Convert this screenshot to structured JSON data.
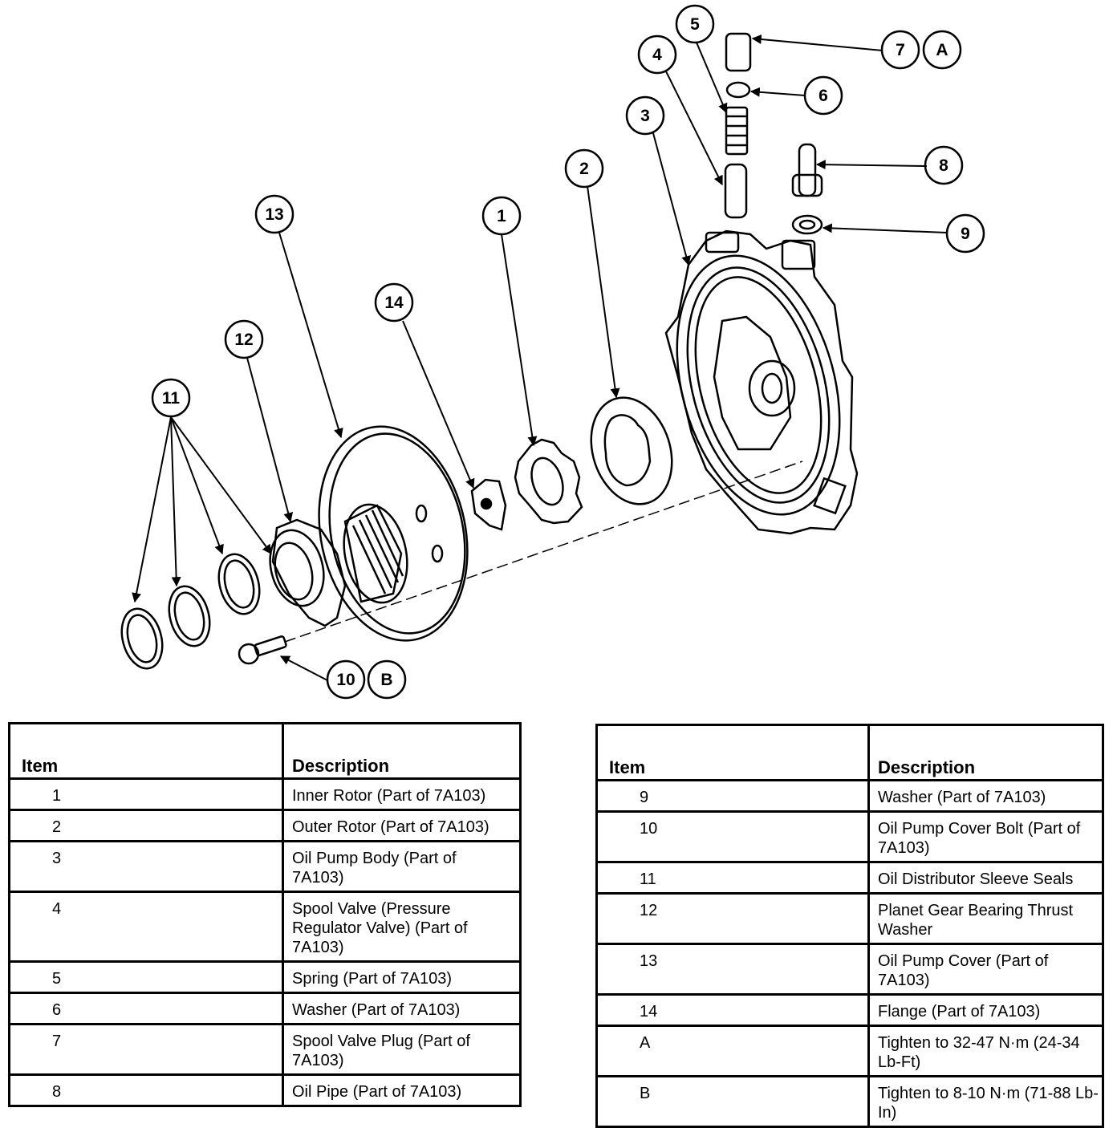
{
  "diagram": {
    "title": "Oil Pump Exploded View",
    "callouts": [
      {
        "label": "1",
        "target": "inner-rotor"
      },
      {
        "label": "2",
        "target": "outer-rotor"
      },
      {
        "label": "3",
        "target": "oil-pump-body"
      },
      {
        "label": "4",
        "target": "spool-valve"
      },
      {
        "label": "5",
        "target": "spring"
      },
      {
        "label": "6",
        "target": "washer"
      },
      {
        "label": "7",
        "target": "spool-valve-plug"
      },
      {
        "label": "A",
        "target": "torque-spec-a"
      },
      {
        "label": "8",
        "target": "oil-pipe"
      },
      {
        "label": "9",
        "target": "washer"
      },
      {
        "label": "10",
        "target": "oil-pump-cover-bolt"
      },
      {
        "label": "B",
        "target": "torque-spec-b"
      },
      {
        "label": "11",
        "target": "oil-distributor-sleeve-seals"
      },
      {
        "label": "12",
        "target": "thrust-washer"
      },
      {
        "label": "13",
        "target": "oil-pump-cover"
      },
      {
        "label": "14",
        "target": "flange"
      }
    ]
  },
  "tables": [
    {
      "headers": {
        "item": "Item",
        "description": "Description"
      },
      "rows": [
        {
          "item": "1",
          "description": "Inner Rotor (Part of 7A103)"
        },
        {
          "item": "2",
          "description": "Outer Rotor (Part of 7A103)"
        },
        {
          "item": "3",
          "description": "Oil Pump Body (Part of 7A103)"
        },
        {
          "item": "4",
          "description": "Spool Valve (Pressure Regulator Valve) (Part of 7A103)"
        },
        {
          "item": "5",
          "description": "Spring (Part of 7A103)"
        },
        {
          "item": "6",
          "description": "Washer (Part of 7A103)"
        },
        {
          "item": "7",
          "description": "Spool Valve Plug (Part of 7A103)"
        },
        {
          "item": "8",
          "description": "Oil Pipe (Part of 7A103)"
        }
      ]
    },
    {
      "headers": {
        "item": "Item",
        "description": "Description"
      },
      "rows": [
        {
          "item": "9",
          "description": "Washer (Part of 7A103)"
        },
        {
          "item": "10",
          "description": "Oil Pump Cover Bolt (Part of 7A103)"
        },
        {
          "item": "11",
          "description": "Oil Distributor Sleeve Seals"
        },
        {
          "item": "12",
          "description": "Planet Gear Bearing Thrust Washer"
        },
        {
          "item": "13",
          "description": "Oil Pump Cover (Part of 7A103)"
        },
        {
          "item": "14",
          "description": "Flange (Part of 7A103)"
        },
        {
          "item": "A",
          "description": "Tighten to 32-47 N·m (24-34 Lb-Ft)"
        },
        {
          "item": "B",
          "description": "Tighten to 8-10 N·m (71-88 Lb-In)"
        }
      ]
    }
  ]
}
